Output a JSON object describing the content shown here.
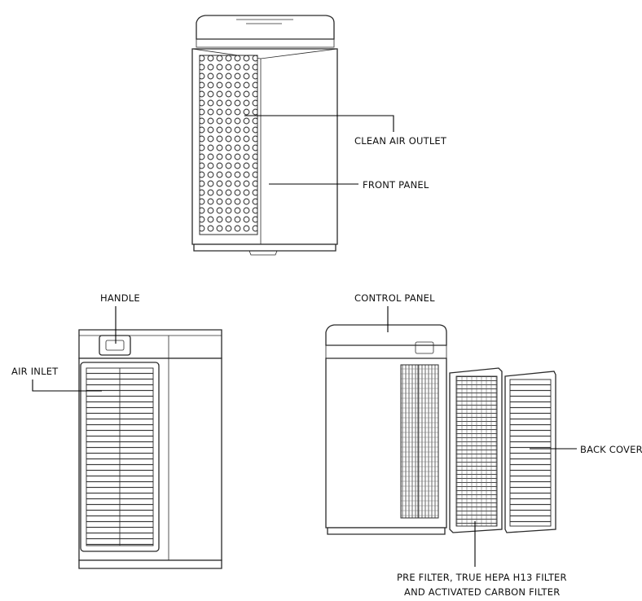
{
  "labels": {
    "clean_air_outlet": "CLEAN AIR OUTLET",
    "front_panel": "FRONT PANEL",
    "handle": "HANDLE",
    "air_inlet": "AIR INLET",
    "control_panel": "CONTROL PANEL",
    "back_cover": "BACK COVER",
    "filter_line1": "PRE FILTER, TRUE HEPA H13 FILTER",
    "filter_line2": "AND ACTIVATED CARBON FILTER"
  },
  "colors": {
    "line": "#2a2a2a",
    "text": "#111111",
    "background": "#ffffff"
  }
}
